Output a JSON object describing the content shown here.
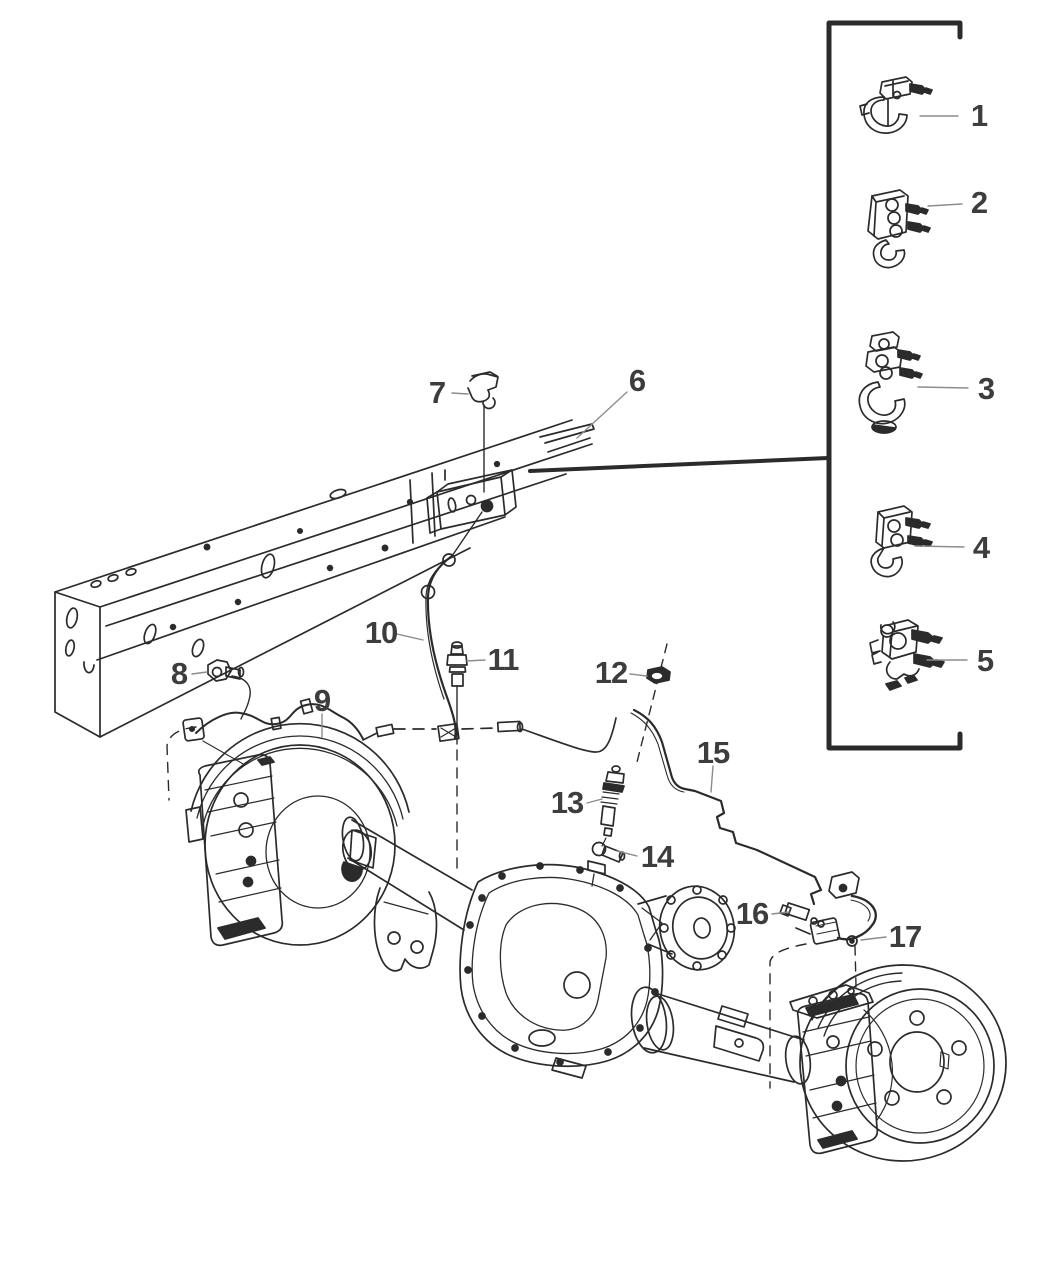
{
  "colors": {
    "background": "#ffffff",
    "line": "#2b2b2b",
    "label": "#3d3d3d",
    "leader": "#8c8c8c"
  },
  "panel": {
    "items": [
      {
        "label": "1",
        "name": "brake-line-clip-single"
      },
      {
        "label": "2",
        "name": "brake-line-clip-triple"
      },
      {
        "label": "3",
        "name": "brake-line-clip-stacked"
      },
      {
        "label": "4",
        "name": "brake-line-clip-double"
      },
      {
        "label": "5",
        "name": "brake-line-clip-multi"
      }
    ]
  },
  "callouts": [
    {
      "label": "6",
      "name": "frame-bracket"
    },
    {
      "label": "7",
      "name": "retainer-clip"
    },
    {
      "label": "8",
      "name": "banjo-bolt"
    },
    {
      "label": "9",
      "name": "left-brake-line"
    },
    {
      "label": "10",
      "name": "brake-hose"
    },
    {
      "label": "11",
      "name": "junction-fitting"
    },
    {
      "label": "12",
      "name": "retaining-nut"
    },
    {
      "label": "13",
      "name": "sensor-fitting"
    },
    {
      "label": "14",
      "name": "hose-fitting"
    },
    {
      "label": "15",
      "name": "right-brake-line"
    },
    {
      "label": "16",
      "name": "line-fitting"
    },
    {
      "label": "17",
      "name": "hose-clip"
    }
  ]
}
